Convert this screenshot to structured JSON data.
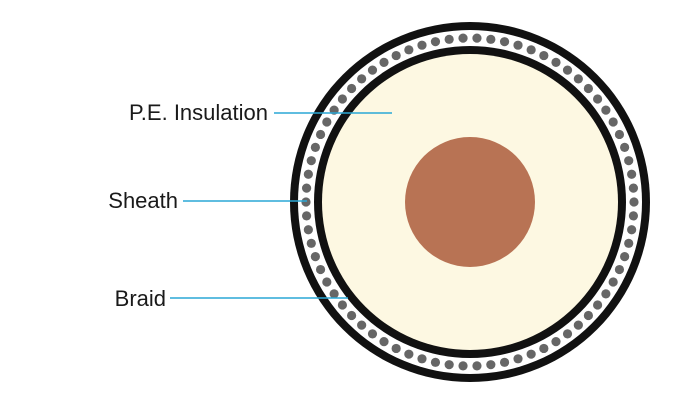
{
  "labels": {
    "insulation": "P.E. Insulation",
    "sheath": "Sheath",
    "braid": "Braid"
  },
  "colors": {
    "background": "#ffffff",
    "outer_jacket": "#111111",
    "braid_layer": "#ffffff",
    "braid_strands": "#666666",
    "sheath_ring": "#111111",
    "insulation": "#fdf8e2",
    "conductor": "#b87354",
    "leader_line": "#2aa7d6",
    "label_text": "#1a1a1a"
  }
}
